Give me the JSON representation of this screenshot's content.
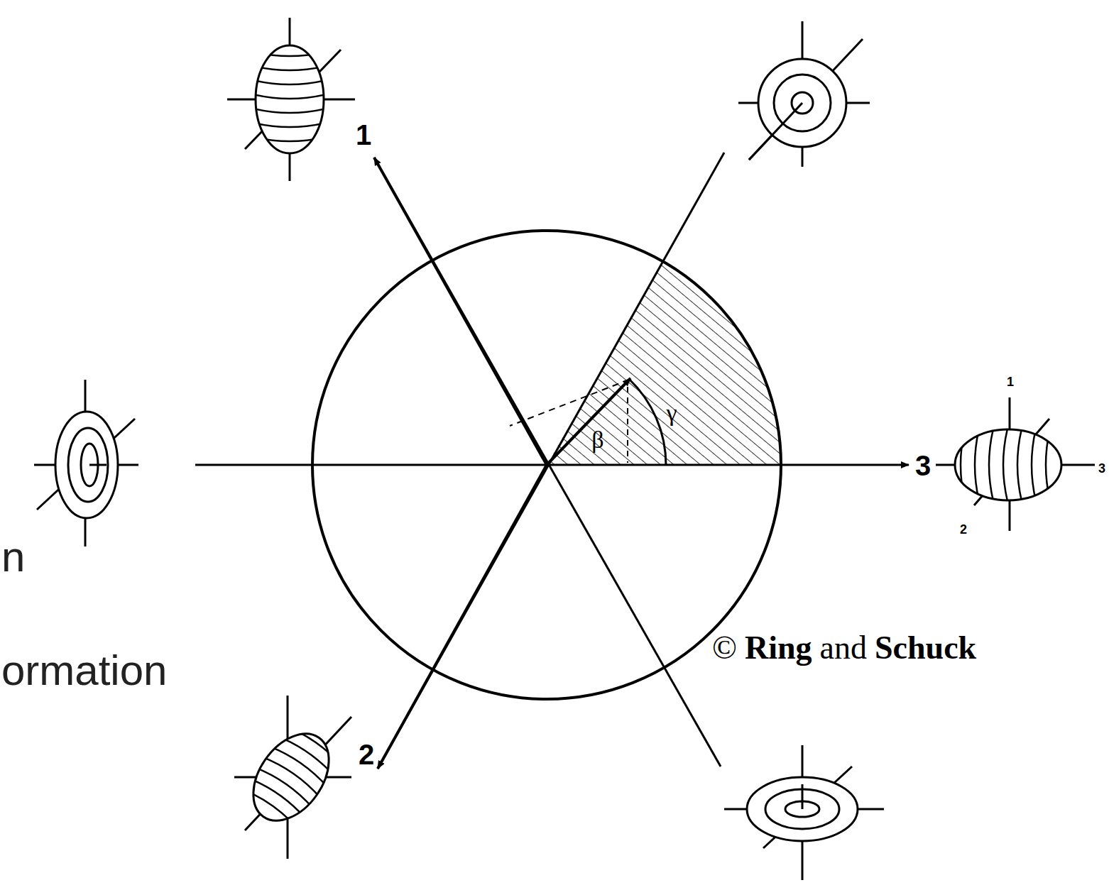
{
  "diagram": {
    "labels": [
      "1",
      "2",
      "3",
      "β",
      "γ",
      "1",
      "2",
      "3",
      "n",
      "ormation",
      "©",
      "Ring",
      "and",
      "Schuck"
    ]
  }
}
